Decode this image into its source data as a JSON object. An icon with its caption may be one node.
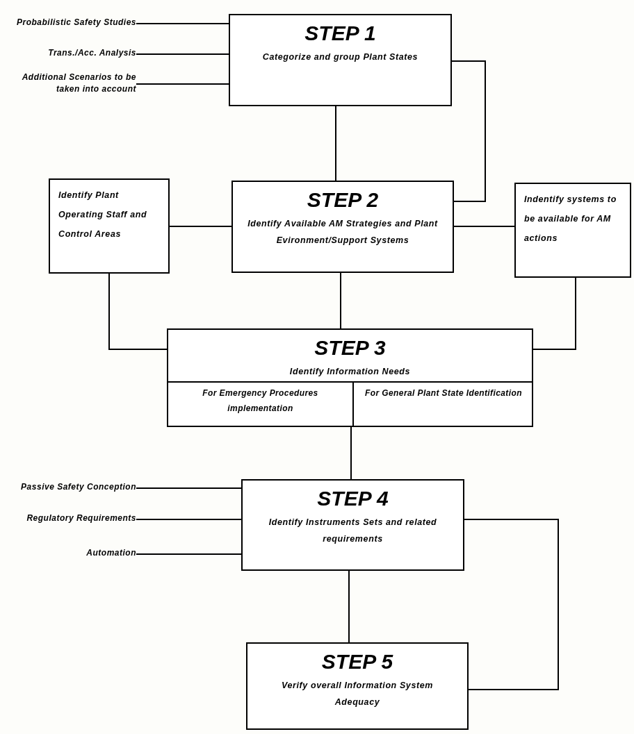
{
  "diagram": {
    "nodes": [
      {
        "text": [
          "Probabilistic Safety Studies"
        ]
      },
      {
        "text": [
          "Trans./Acc. Analysis"
        ]
      },
      {
        "text": [
          "Additional Scenarios to be taken into account"
        ]
      },
      {
        "text": [
          "STEP 1",
          "Categorize and group Plant States"
        ]
      },
      {
        "text": [
          "Identify Plant Operating Staff and Control Areas"
        ]
      },
      {
        "text": [
          "STEP 2",
          "Identify Available AM Strategies and Plant Evironment/Support Systems"
        ]
      },
      {
        "text": [
          "Indentify systems to be available for AM actions"
        ]
      },
      {
        "text": [
          "STEP 3",
          "Identify Information Needs"
        ]
      },
      {
        "text": [
          "For Emergency Procedures implementation"
        ],
        "in": 7
      },
      {
        "text": [
          "For General Plant State Identification"
        ],
        "in": 7
      },
      {
        "text": [
          "Passive Safety Conception"
        ]
      },
      {
        "text": [
          "Regulatory Requirements"
        ]
      },
      {
        "text": [
          "Automation"
        ]
      },
      {
        "text": [
          "STEP 4",
          "Identify Instruments Sets and related requirements"
        ]
      },
      {
        "text": [
          "STEP 5",
          "Verify overall Information System Adequacy"
        ]
      }
    ],
    "edges": [
      {
        "from": 0,
        "to": 3,
        "arrow": "none"
      },
      {
        "from": 1,
        "to": 3,
        "arrow": "none"
      },
      {
        "from": 2,
        "to": 3,
        "arrow": "none"
      },
      {
        "from": 3,
        "to": 5,
        "arrow": "none"
      },
      {
        "from": 3,
        "to": 5,
        "arrow": "none"
      },
      {
        "from": 4,
        "to": 5,
        "arrow": "none"
      },
      {
        "from": 5,
        "to": 6,
        "arrow": "none"
      },
      {
        "from": 4,
        "to": 7,
        "arrow": "none"
      },
      {
        "from": 5,
        "to": 7,
        "arrow": "none"
      },
      {
        "from": 6,
        "to": 7,
        "arrow": "none"
      },
      {
        "from": 7,
        "to": 13,
        "arrow": "none"
      },
      {
        "from": 10,
        "to": 13,
        "arrow": "none"
      },
      {
        "from": 11,
        "to": 13,
        "arrow": "none"
      },
      {
        "from": 12,
        "to": 13,
        "arrow": "none"
      },
      {
        "from": 13,
        "to": 14,
        "arrow": "none"
      },
      {
        "from": 13,
        "to": 14,
        "arrow": "none"
      }
    ]
  }
}
